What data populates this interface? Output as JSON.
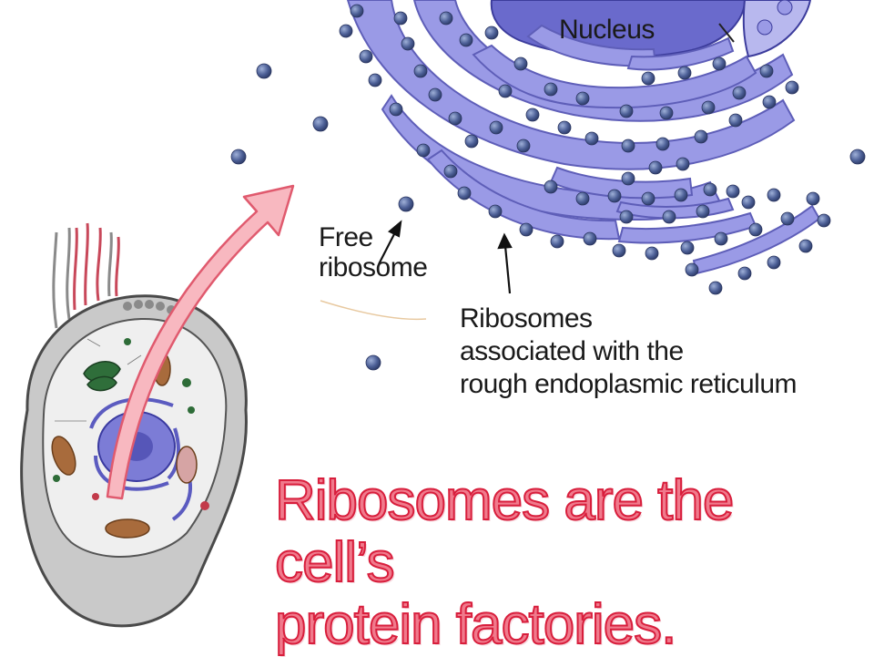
{
  "labels": {
    "nucleus": "Nucleus",
    "free_ribosome_line1": "Free",
    "free_ribosome_line2": "ribosome",
    "rough_er_line1": "Ribosomes",
    "rough_er_line2": "associated with the",
    "rough_er_line3": "rough endoplasmic reticulum"
  },
  "headline": {
    "line1": "Ribosomes are the cell’s",
    "line2": "protein factories."
  },
  "colors": {
    "er_fill": "#9a9ae6",
    "nucleus_fill": "#6a6acc",
    "ribosome": "#4c5f96",
    "arrow_fill": "#f8b8c0",
    "arrow_stroke": "#e05a6e",
    "headline": "#f07a8c",
    "cell_fill": "#c9c9c9"
  }
}
